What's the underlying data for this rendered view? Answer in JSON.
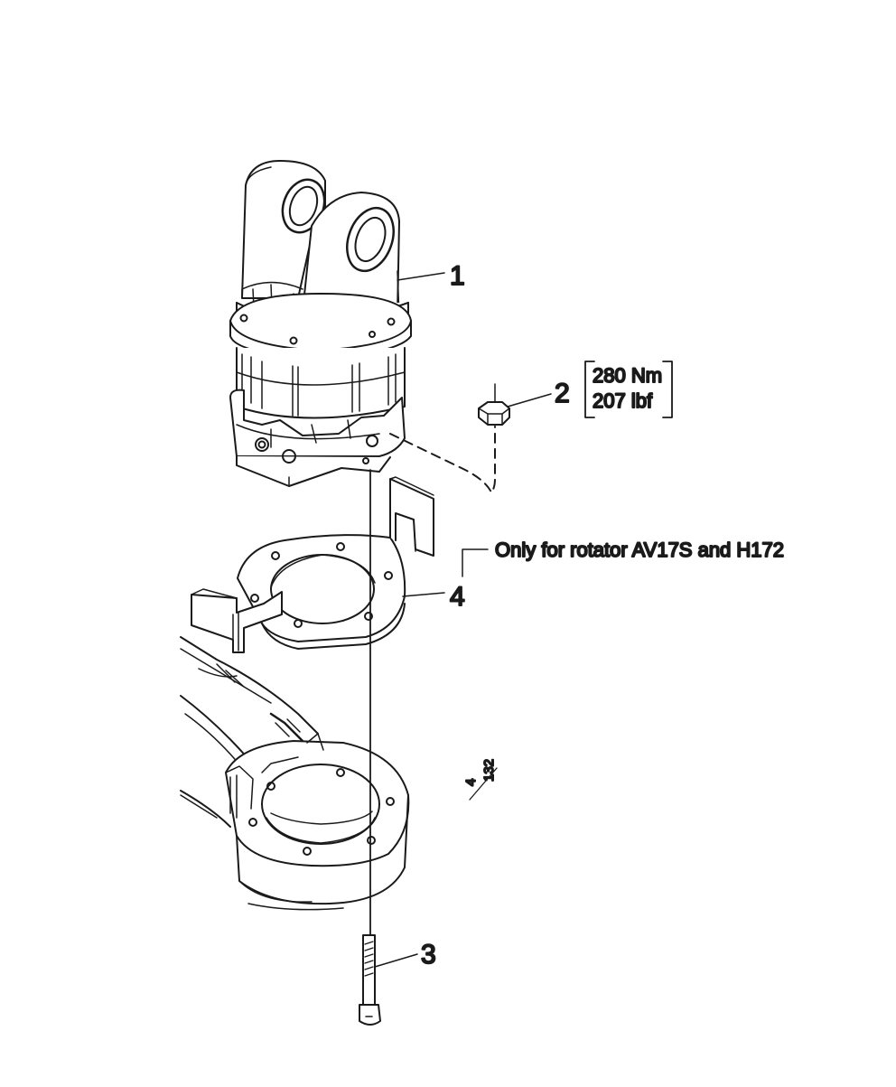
{
  "callouts": {
    "c1": "1",
    "c2": "2",
    "c3": "3",
    "c4": "4"
  },
  "torque_spec": {
    "metric": "280 Nm",
    "imperial": "207 lbf"
  },
  "note": "Only for rotator AV17S and H172",
  "reference": {
    "numerator": "4",
    "denominator": "132"
  },
  "colors": {
    "ink": "#1a1a1a",
    "background": "#ffffff"
  }
}
